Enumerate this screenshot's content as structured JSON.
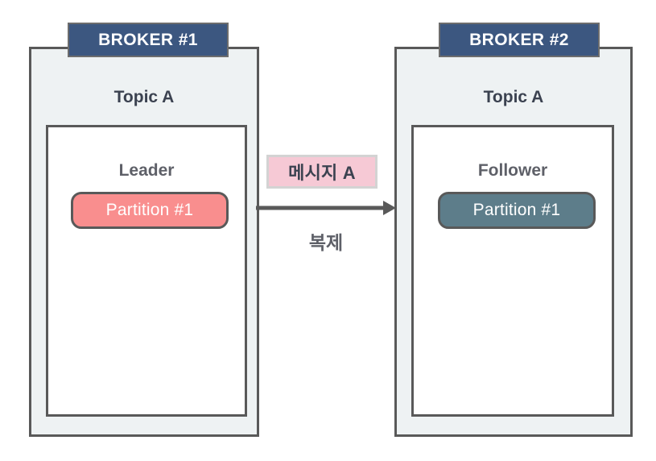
{
  "diagram": {
    "title": "Kafka broker topic partition replication",
    "colors": {
      "broker_banner": "#3c5780",
      "broker_fill": "#eef2f3",
      "border": "#595959",
      "leader_pill": "#f98e8e",
      "follower_pill": "#5d7d8a",
      "message_badge": "#f6c9d5",
      "message_badge_border": "#d3d3d3",
      "text_dark": "#3b4250",
      "text_muted": "#5e6068",
      "arrow": "#595959"
    }
  },
  "brokers": [
    {
      "banner_label": "BROKER #1",
      "topic_label": "Topic A",
      "role_label": "Leader",
      "partition_label": "Partition #1"
    },
    {
      "banner_label": "BROKER #2",
      "topic_label": "Topic A",
      "role_label": "Follower",
      "partition_label": "Partition #1"
    }
  ],
  "connector": {
    "message_badge_label": "메시지 A",
    "arrow_label": "복제",
    "arrow_direction": "left-to-right",
    "arrow_icon": "arrow-right-icon"
  }
}
